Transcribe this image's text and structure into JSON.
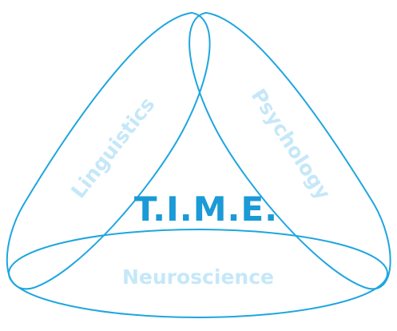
{
  "diagram": {
    "center_label": "T.I.M.E.",
    "fields": {
      "linguistics": "Linguistics",
      "psychology": "Psychology",
      "neuroscience": "Neuroscience"
    },
    "colors": {
      "outline": "#1ea6df",
      "center_text": "#1a9ad6",
      "field_text": "#c5e8f8",
      "background": "#ffffff"
    }
  }
}
